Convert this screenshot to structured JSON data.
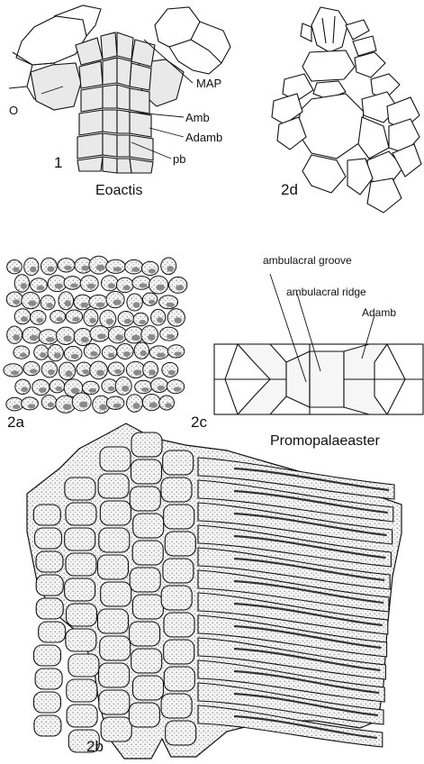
{
  "panels": {
    "fig1": {
      "number": "1",
      "genus": "Eoactis",
      "labels": {
        "o": "O",
        "map": "MAP",
        "amb": "Amb",
        "adamb": "Adamb",
        "pb": "pb"
      }
    },
    "fig2d": {
      "number": "2d"
    },
    "fig2a": {
      "number": "2a"
    },
    "fig2c": {
      "number": "2c",
      "labels": {
        "groove": "ambulacral groove",
        "ridge": "ambulacral ridge",
        "adamb": "Adamb"
      }
    },
    "fig2b": {
      "number": "2b",
      "genus": "Promopalaeaster"
    }
  }
}
